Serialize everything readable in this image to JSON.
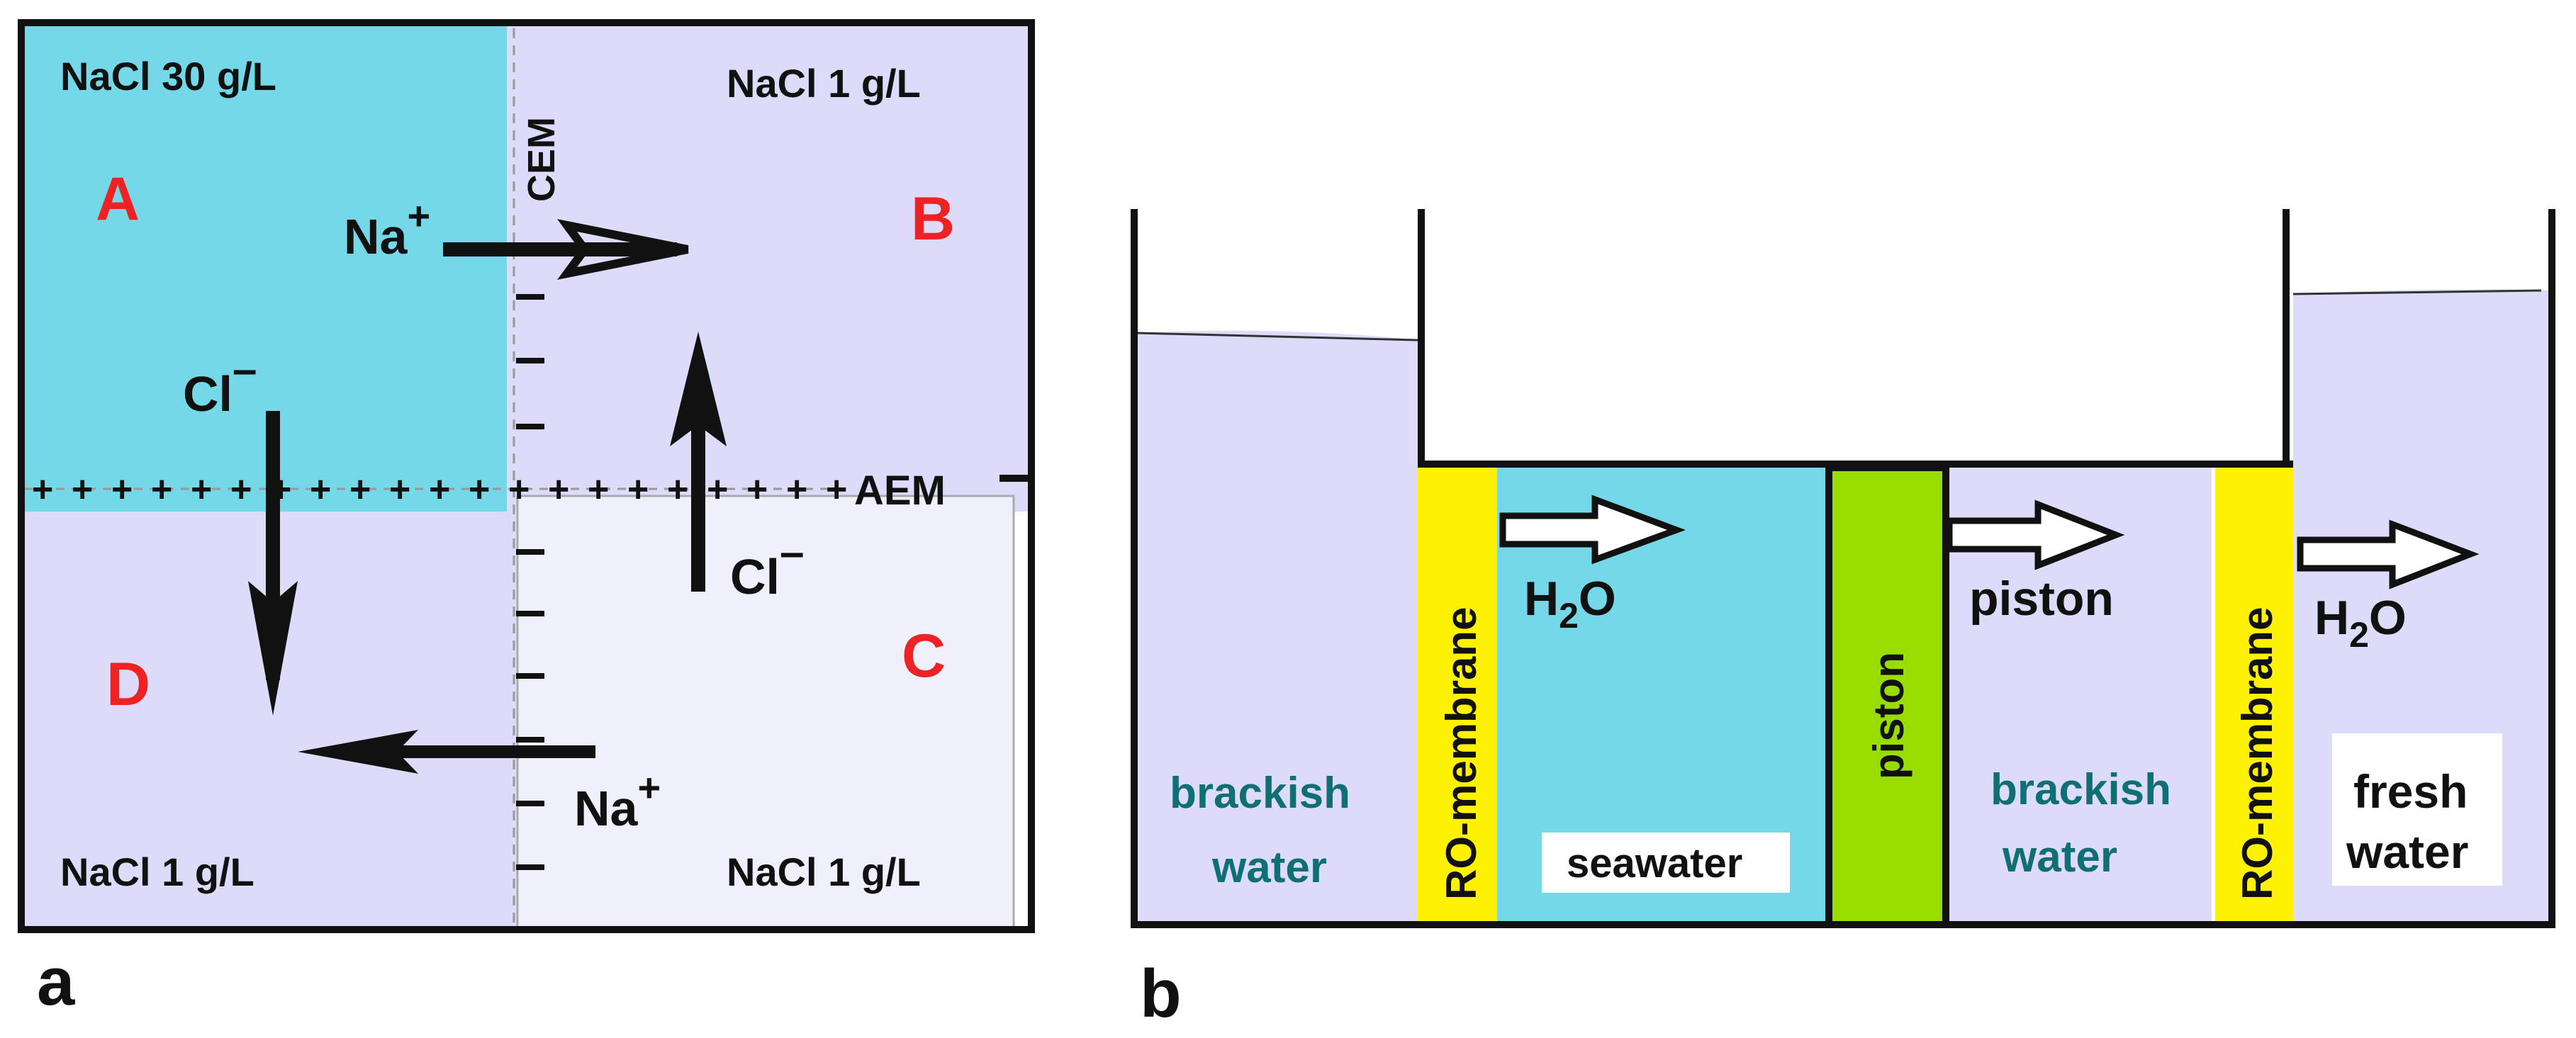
{
  "panel_a": {
    "letter": "a",
    "labels": {
      "A": "A",
      "B": "B",
      "C": "C",
      "D": "D"
    },
    "concentrations": {
      "A": "NaCl  30 g/L",
      "B": "NaCl  1 g/L",
      "C": "NaCl  1 g/L",
      "D": "NaCl  1 g/L"
    },
    "membranes": {
      "cem": "CEM",
      "aem": "AEM",
      "cem_sign": "–",
      "aem_sign": "+"
    },
    "ions": {
      "na": "Na",
      "cl": "Cl",
      "plus": "+",
      "minus": "–"
    },
    "colors": {
      "seawater": "#74d8e8",
      "brackish": "#dcdcfa",
      "dilute": "#f0f0fc",
      "region_label": "#ee2222",
      "frame": "#111111"
    }
  },
  "panel_b": {
    "letter": "b",
    "compartments": {
      "brackish_left_1": "brackish",
      "brackish_left_2": "water",
      "seawater": "seawater",
      "brackish_right_1": "brackish",
      "brackish_right_2": "water",
      "fresh_1": "fresh",
      "fresh_2": "water"
    },
    "membrane_label": "RO-membrane",
    "piston_label": "piston",
    "flow_labels": {
      "h2o_1": "H",
      "h2o_sub": "2",
      "h2o_2": "O",
      "piston": "piston"
    },
    "colors": {
      "seawater": "#74d8e8",
      "brackish": "#dcdcfa",
      "membrane": "#fff200",
      "piston": "#99dd00",
      "compartment_text": "#0f6f75",
      "frame": "#111111"
    }
  }
}
